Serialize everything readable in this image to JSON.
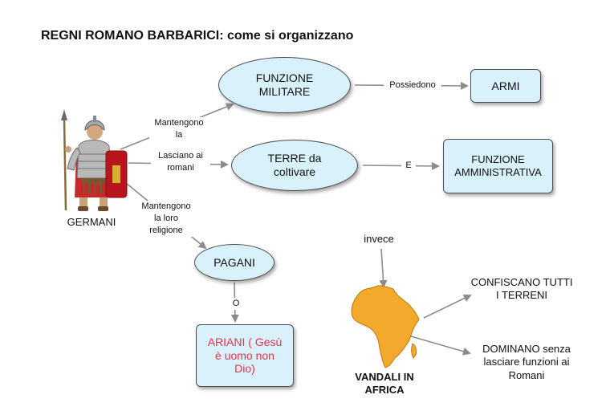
{
  "title": "REGNI ROMANO BARBARICI: come si organizzano",
  "nodes": {
    "germani": "GERMANI",
    "funzione_militare": "FUNZIONE MILITARE",
    "armi": "ARMI",
    "terre": "TERRE da coltivare",
    "funzione_amministrativa": "FUNZIONE AMMINISTRATIVA",
    "pagani": "PAGANI",
    "ariani": "ARIANI ( Gesù è uomo non Dio)",
    "invece": "invece",
    "vandali": "VANDALI IN AFRICA",
    "confiscano": "CONFISCANO TUTTI I TERRENI",
    "dominano": "DOMINANO senza lasciare funzioni ai Romani"
  },
  "edge_labels": {
    "mantengono_la": "Mantengono la",
    "lasciano": "Lasciano ai romani",
    "mantengono_religione": "Mantengono la loro religione",
    "possiedono": "Possiedono",
    "e": "E",
    "o": "O"
  },
  "colors": {
    "node_fill": "#d9f1fa",
    "node_border": "#4d4d4d",
    "arrow": "#8c8c8c",
    "ariani_text": "#e8324a",
    "africa": "#f2a92c"
  }
}
